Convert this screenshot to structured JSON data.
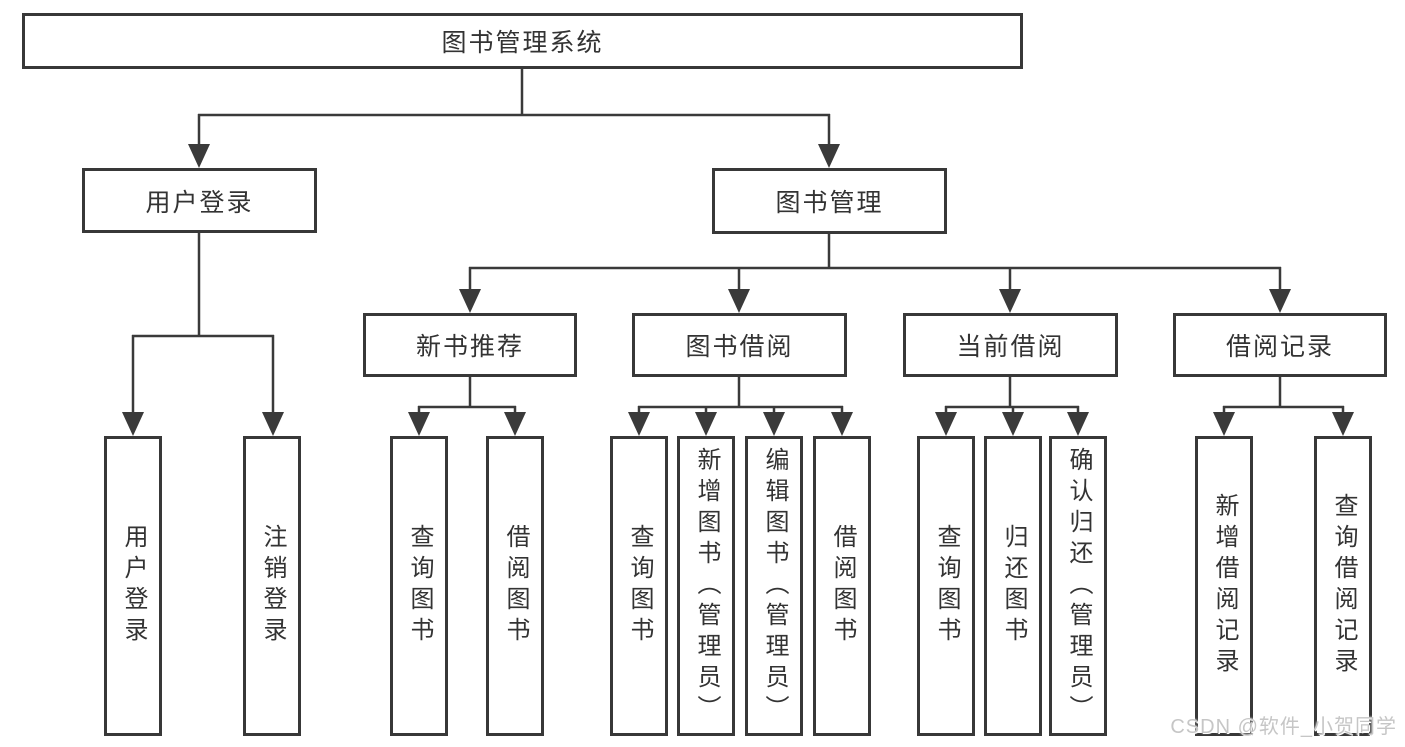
{
  "diagram_title": "图书管理系统",
  "tree": {
    "label": "图书管理系统",
    "children": [
      {
        "label": "用户登录",
        "children": [
          {
            "label": "用户登录"
          },
          {
            "label": "注销登录"
          }
        ]
      },
      {
        "label": "图书管理",
        "children": [
          {
            "label": "新书推荐",
            "children": [
              {
                "label": "查询图书"
              },
              {
                "label": "借阅图书"
              }
            ]
          },
          {
            "label": "图书借阅",
            "children": [
              {
                "label": "查询图书"
              },
              {
                "label": "新增图书（管理员）"
              },
              {
                "label": "编辑图书（管理员）"
              },
              {
                "label": "借阅图书"
              }
            ]
          },
          {
            "label": "当前借阅",
            "children": [
              {
                "label": "查询图书"
              },
              {
                "label": "归还图书"
              },
              {
                "label": "确认归还（管理员）"
              }
            ]
          },
          {
            "label": "借阅记录",
            "children": [
              {
                "label": "新增借阅记录"
              },
              {
                "label": "查询借阅记录"
              }
            ]
          }
        ]
      }
    ]
  },
  "watermark": {
    "text": "CSDN @软件_小贺同学"
  },
  "colors": {
    "line": "#3a3a3a",
    "box_border": "#383838",
    "text": "#333333",
    "watermark": "#c6c6c6",
    "background": "#ffffff"
  }
}
